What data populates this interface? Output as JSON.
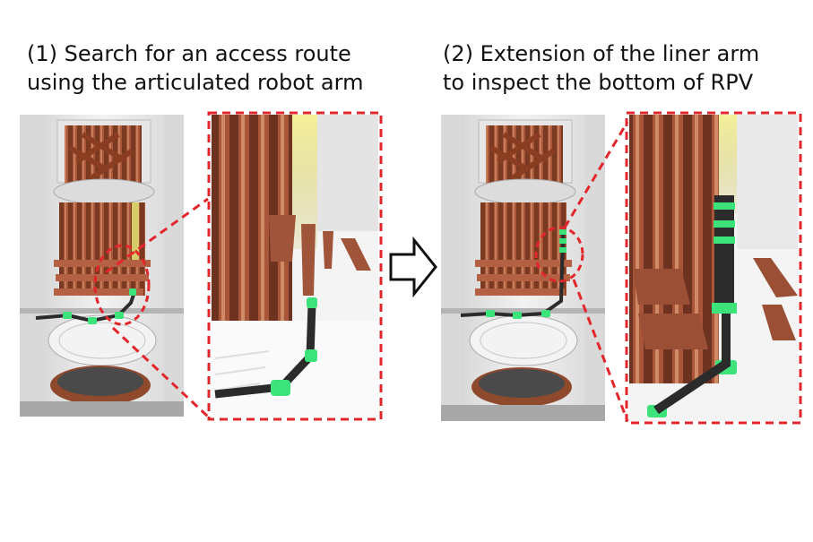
{
  "step1": {
    "caption_line1": "(1) Search for an access route",
    "caption_line2": "using the articulated robot arm"
  },
  "step2": {
    "caption_line1": "(2) Extension of the liner arm",
    "caption_line2": "to inspect the bottom of RPV"
  },
  "colors": {
    "highlight": "#e3262b",
    "arm_joint": "#3ce27a",
    "arm_link": "#2b2b2b",
    "debris": "#9a4a2c",
    "vessel": "#e8e8e8"
  },
  "icons": [
    "right-arrow-icon"
  ]
}
